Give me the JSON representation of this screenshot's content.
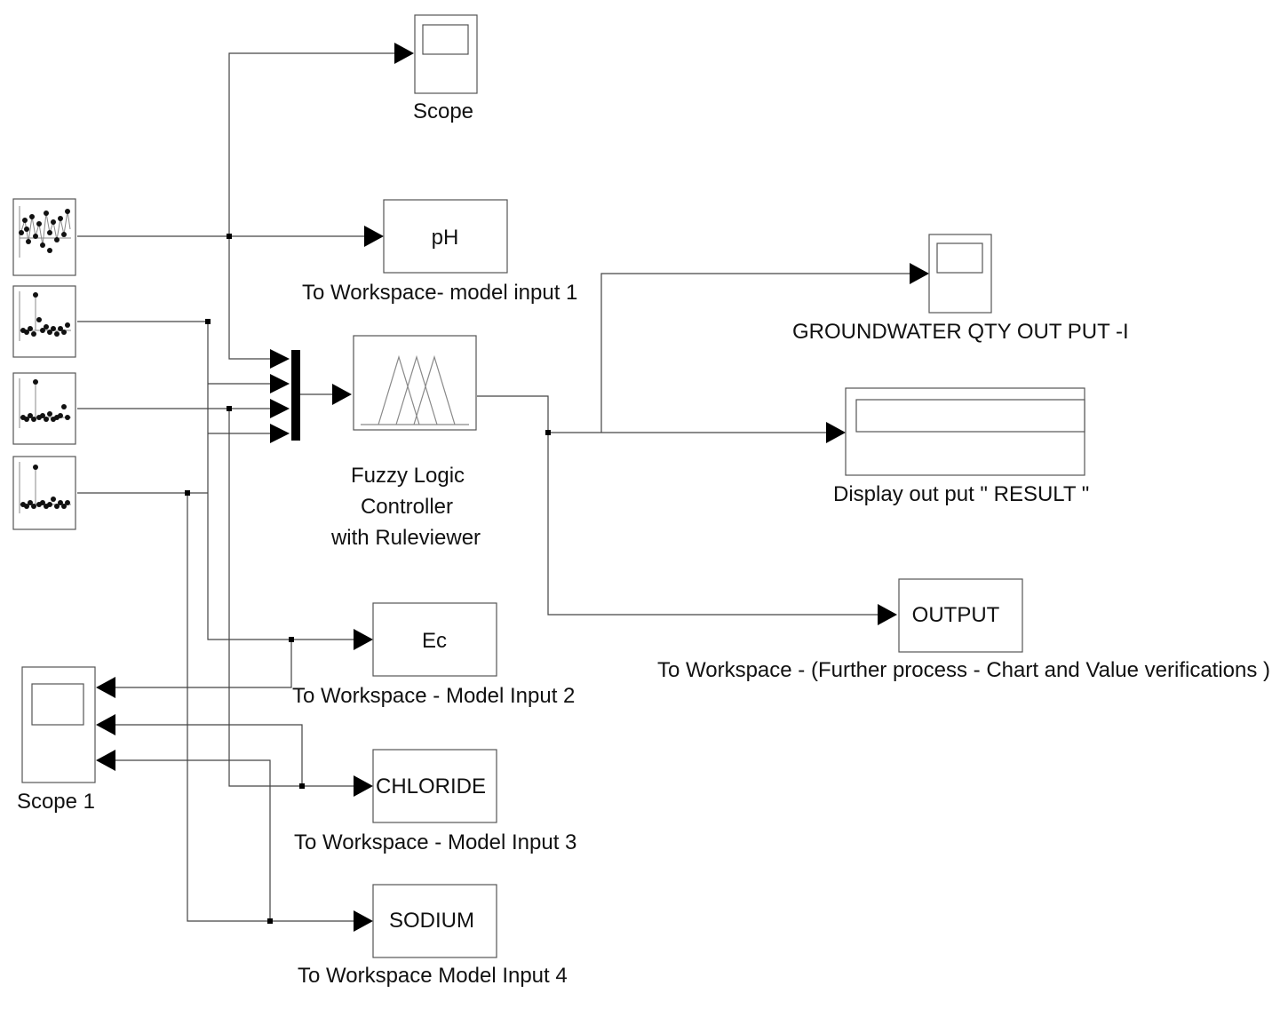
{
  "blocks": {
    "scope": {
      "label": "Scope"
    },
    "ph": {
      "name": "pH",
      "label": "To Workspace- model input   1"
    },
    "groundwater_scope": {
      "label": "GROUNDWATER QTY OUT PUT     -I"
    },
    "fuzzy": {
      "label_line1": "Fuzzy Logic",
      "label_line2": "Controller",
      "label_line3": "with Ruleviewer"
    },
    "display": {
      "label": "Display out put     \" RESULT \""
    },
    "output": {
      "name": "OUTPUT",
      "label": "To Workspace  - (Further process  - Chart and Value verifications     )"
    },
    "ec": {
      "name": "Ec",
      "label": "To Workspace - Model  Input    2"
    },
    "scope1": {
      "label": "Scope 1"
    },
    "chloride": {
      "name": "CHLORIDE",
      "label": "To Workspace - Model Input    3"
    },
    "sodium": {
      "name": "SODIUM",
      "label": "To Workspace Model Input    4"
    }
  },
  "icons": {
    "source_blocks": [
      "signal-source-icon",
      "signal-source-icon",
      "signal-source-icon",
      "signal-source-icon"
    ],
    "scope": "scope-icon",
    "mux": "mux-icon",
    "fuzzy": "membership-functions-icon"
  },
  "colors": {
    "line": "#444444",
    "fill": "#ffffff",
    "arrow": "#000000"
  }
}
